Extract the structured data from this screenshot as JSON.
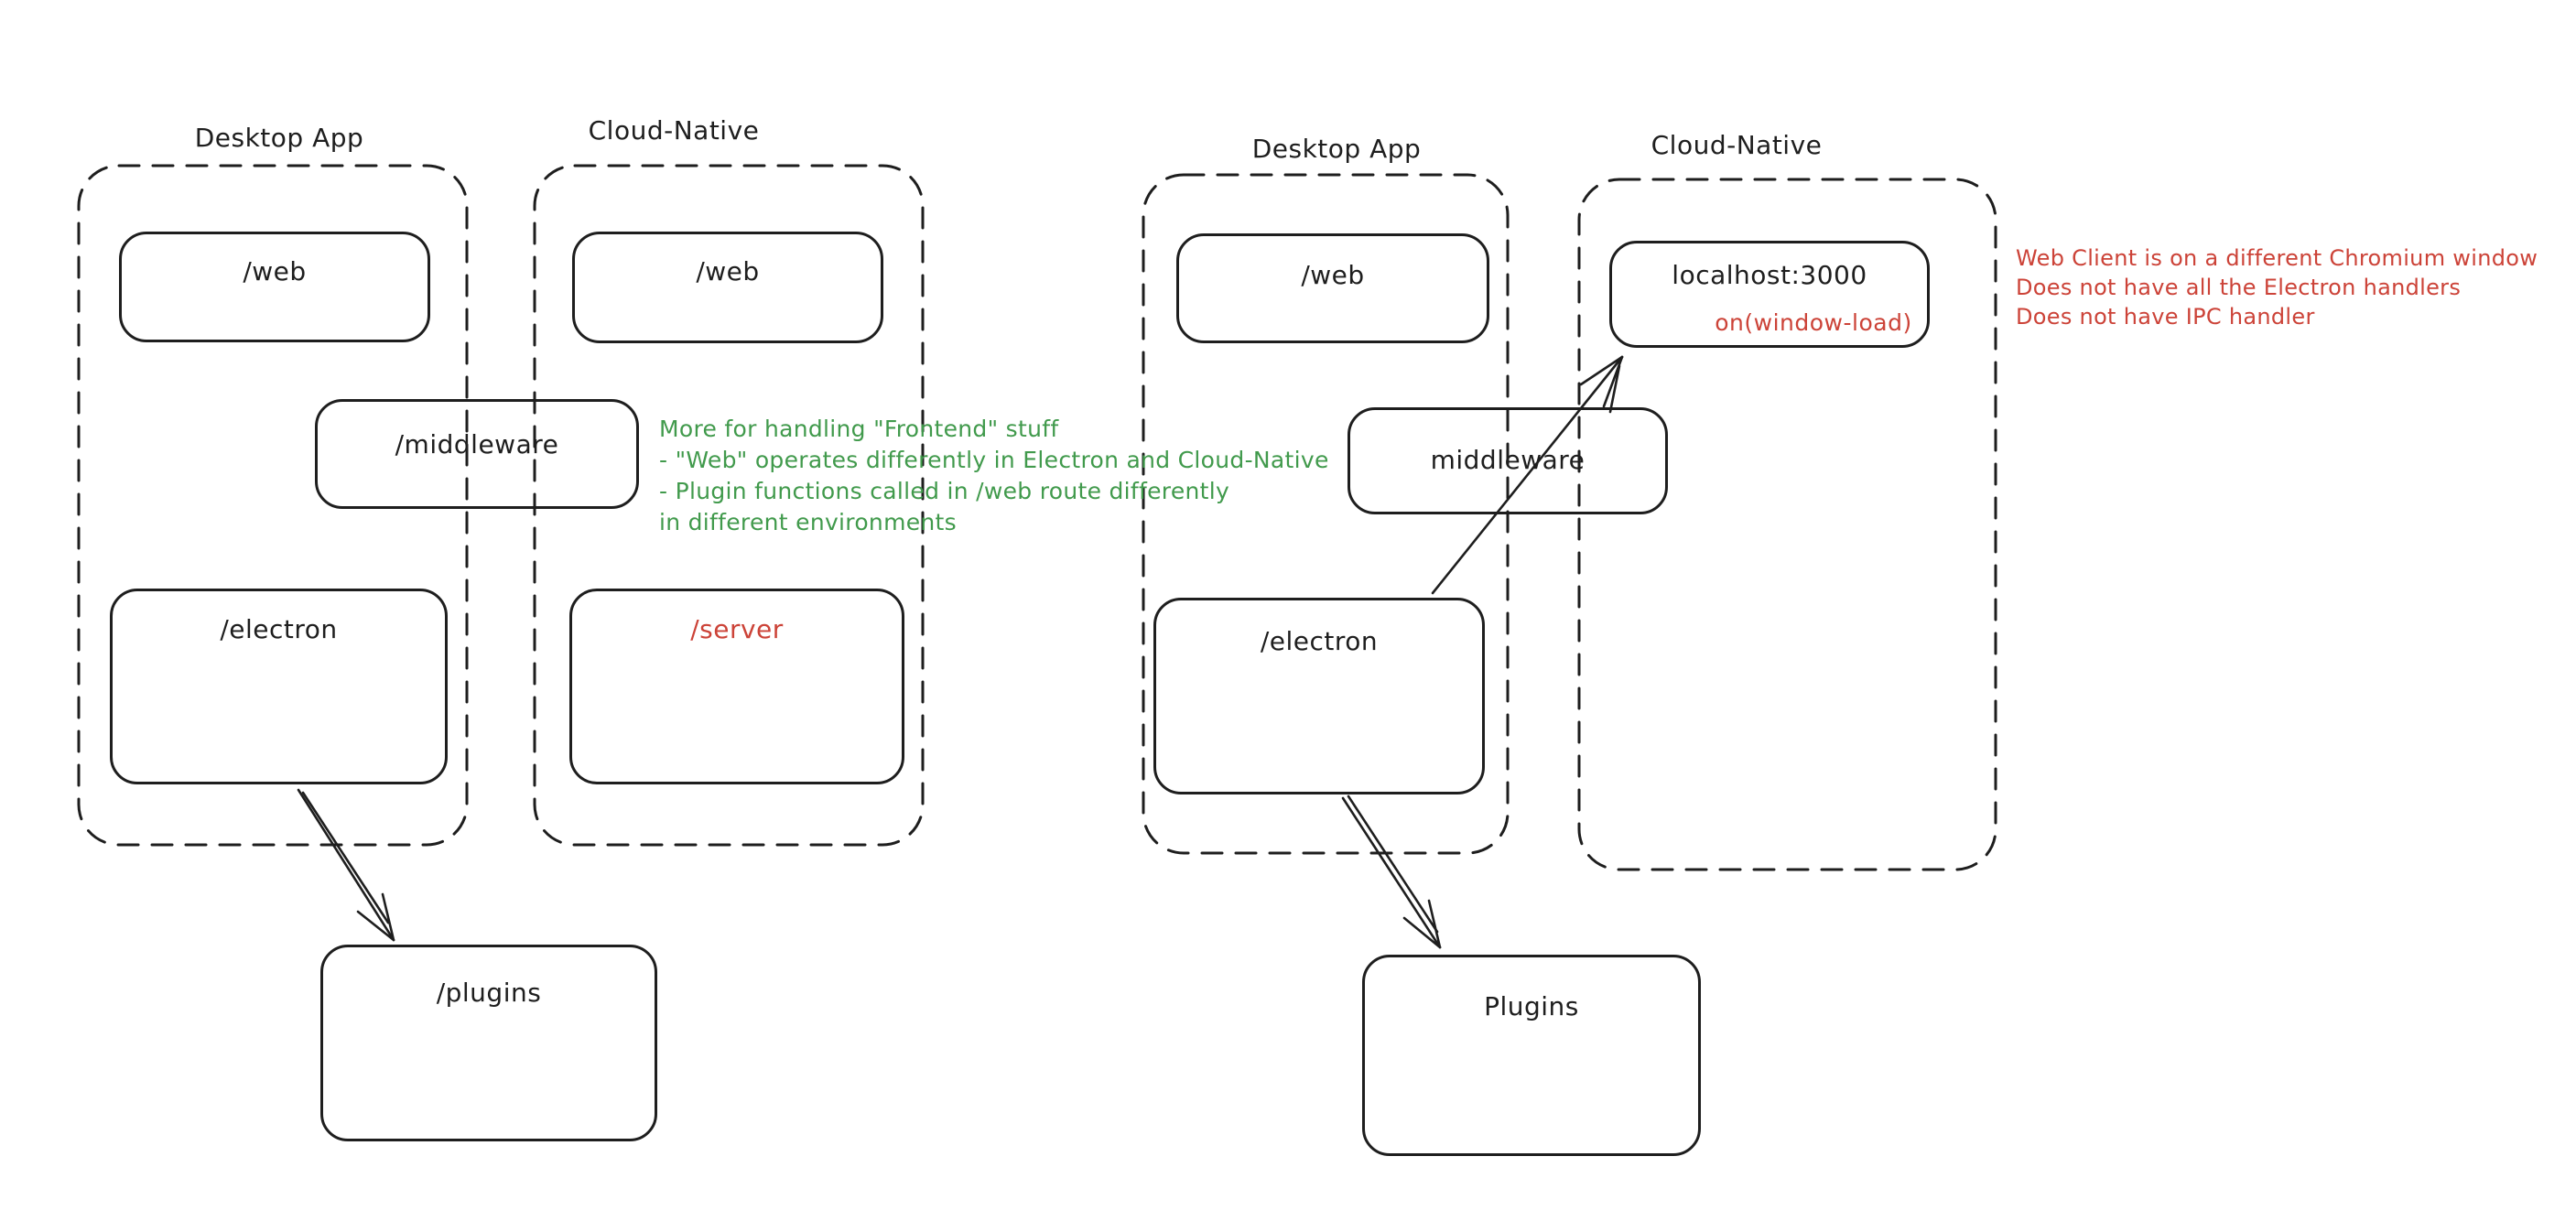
{
  "colors": {
    "ink": "#1e1e1e",
    "red": "#cc4338",
    "green": "#419a4c",
    "bg": "#ffffff"
  },
  "left_diagram": {
    "desktop_label": "Desktop App",
    "cloud_label": "Cloud-Native",
    "web_desktop": "/web",
    "web_cloud": "/web",
    "middleware": "/middleware",
    "electron": "/electron",
    "server": "/server",
    "plugins": "/plugins",
    "green_note_lines": [
      "More for handling \"Frontend\" stuff",
      "- \"Web\" operates differently in Electron and Cloud-Native",
      "- Plugin functions called in /web route differently",
      "in different environments"
    ]
  },
  "right_diagram": {
    "desktop_label": "Desktop App",
    "cloud_label": "Cloud-Native",
    "web": "/web",
    "localhost": "localhost:3000",
    "on_window_load": "on(window-load)",
    "middleware": "middleware",
    "electron": "/electron",
    "plugins": "Plugins",
    "red_note_lines": [
      "Web Client is on a different Chromium window",
      "Does not have all the Electron handlers",
      "Does not have IPC handler"
    ]
  }
}
